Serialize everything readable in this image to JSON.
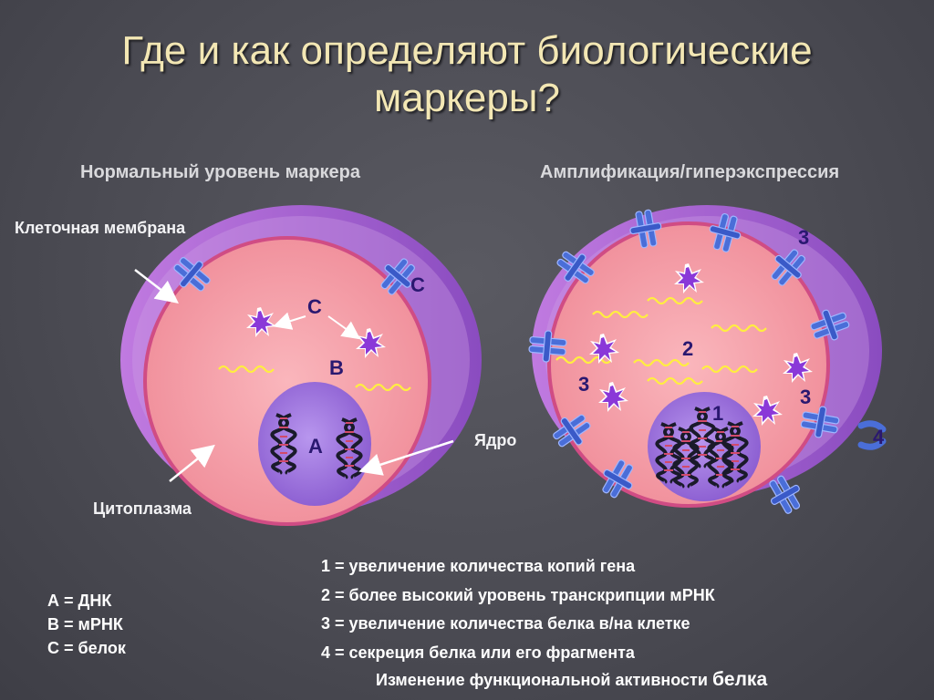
{
  "title": {
    "line1": "Где и как определяют биологические",
    "line2": "маркеры?"
  },
  "left_panel": {
    "heading": "Нормальный уровень маркера",
    "label_membrane": "Клеточная мембрана",
    "label_cytoplasm": "Цитоплазма",
    "label_nucleus": "Ядро",
    "marker_A": "А",
    "marker_B": "В",
    "marker_C1": "С",
    "marker_C2": "С"
  },
  "right_panel": {
    "heading": "Амплификация/гиперэкспрессия",
    "num_1": "1",
    "num_2": "2",
    "num_3a": "3",
    "num_3b": "3",
    "num_3c": "3",
    "num_4": "4"
  },
  "legend_left": {
    "a": "А = ДНК",
    "b": "В = мРНК",
    "c": "С = белок"
  },
  "legend_right": {
    "item1": "1 =  увеличение количества копий гена",
    "item2": "2 =  более высокий уровень транскрипции мРНК",
    "item3": "3 =  увеличение количества белка в/на клетке",
    "item4": "4 =  секреция белка или его фрагмента"
  },
  "footnote": {
    "text": "Изменение  функциональной активности ",
    "emphasis": "белка"
  },
  "colors": {
    "background": "#4d4d55",
    "title": "#f3e7b4",
    "cytoplasm": "#f5a0a8",
    "membrane_side": "#a060c8",
    "nucleus": "#9a70d8",
    "receptor": "#4a6ed8",
    "protein": "#8a38d8",
    "mrna": "#ffee40",
    "label_text": "#2a1870"
  }
}
